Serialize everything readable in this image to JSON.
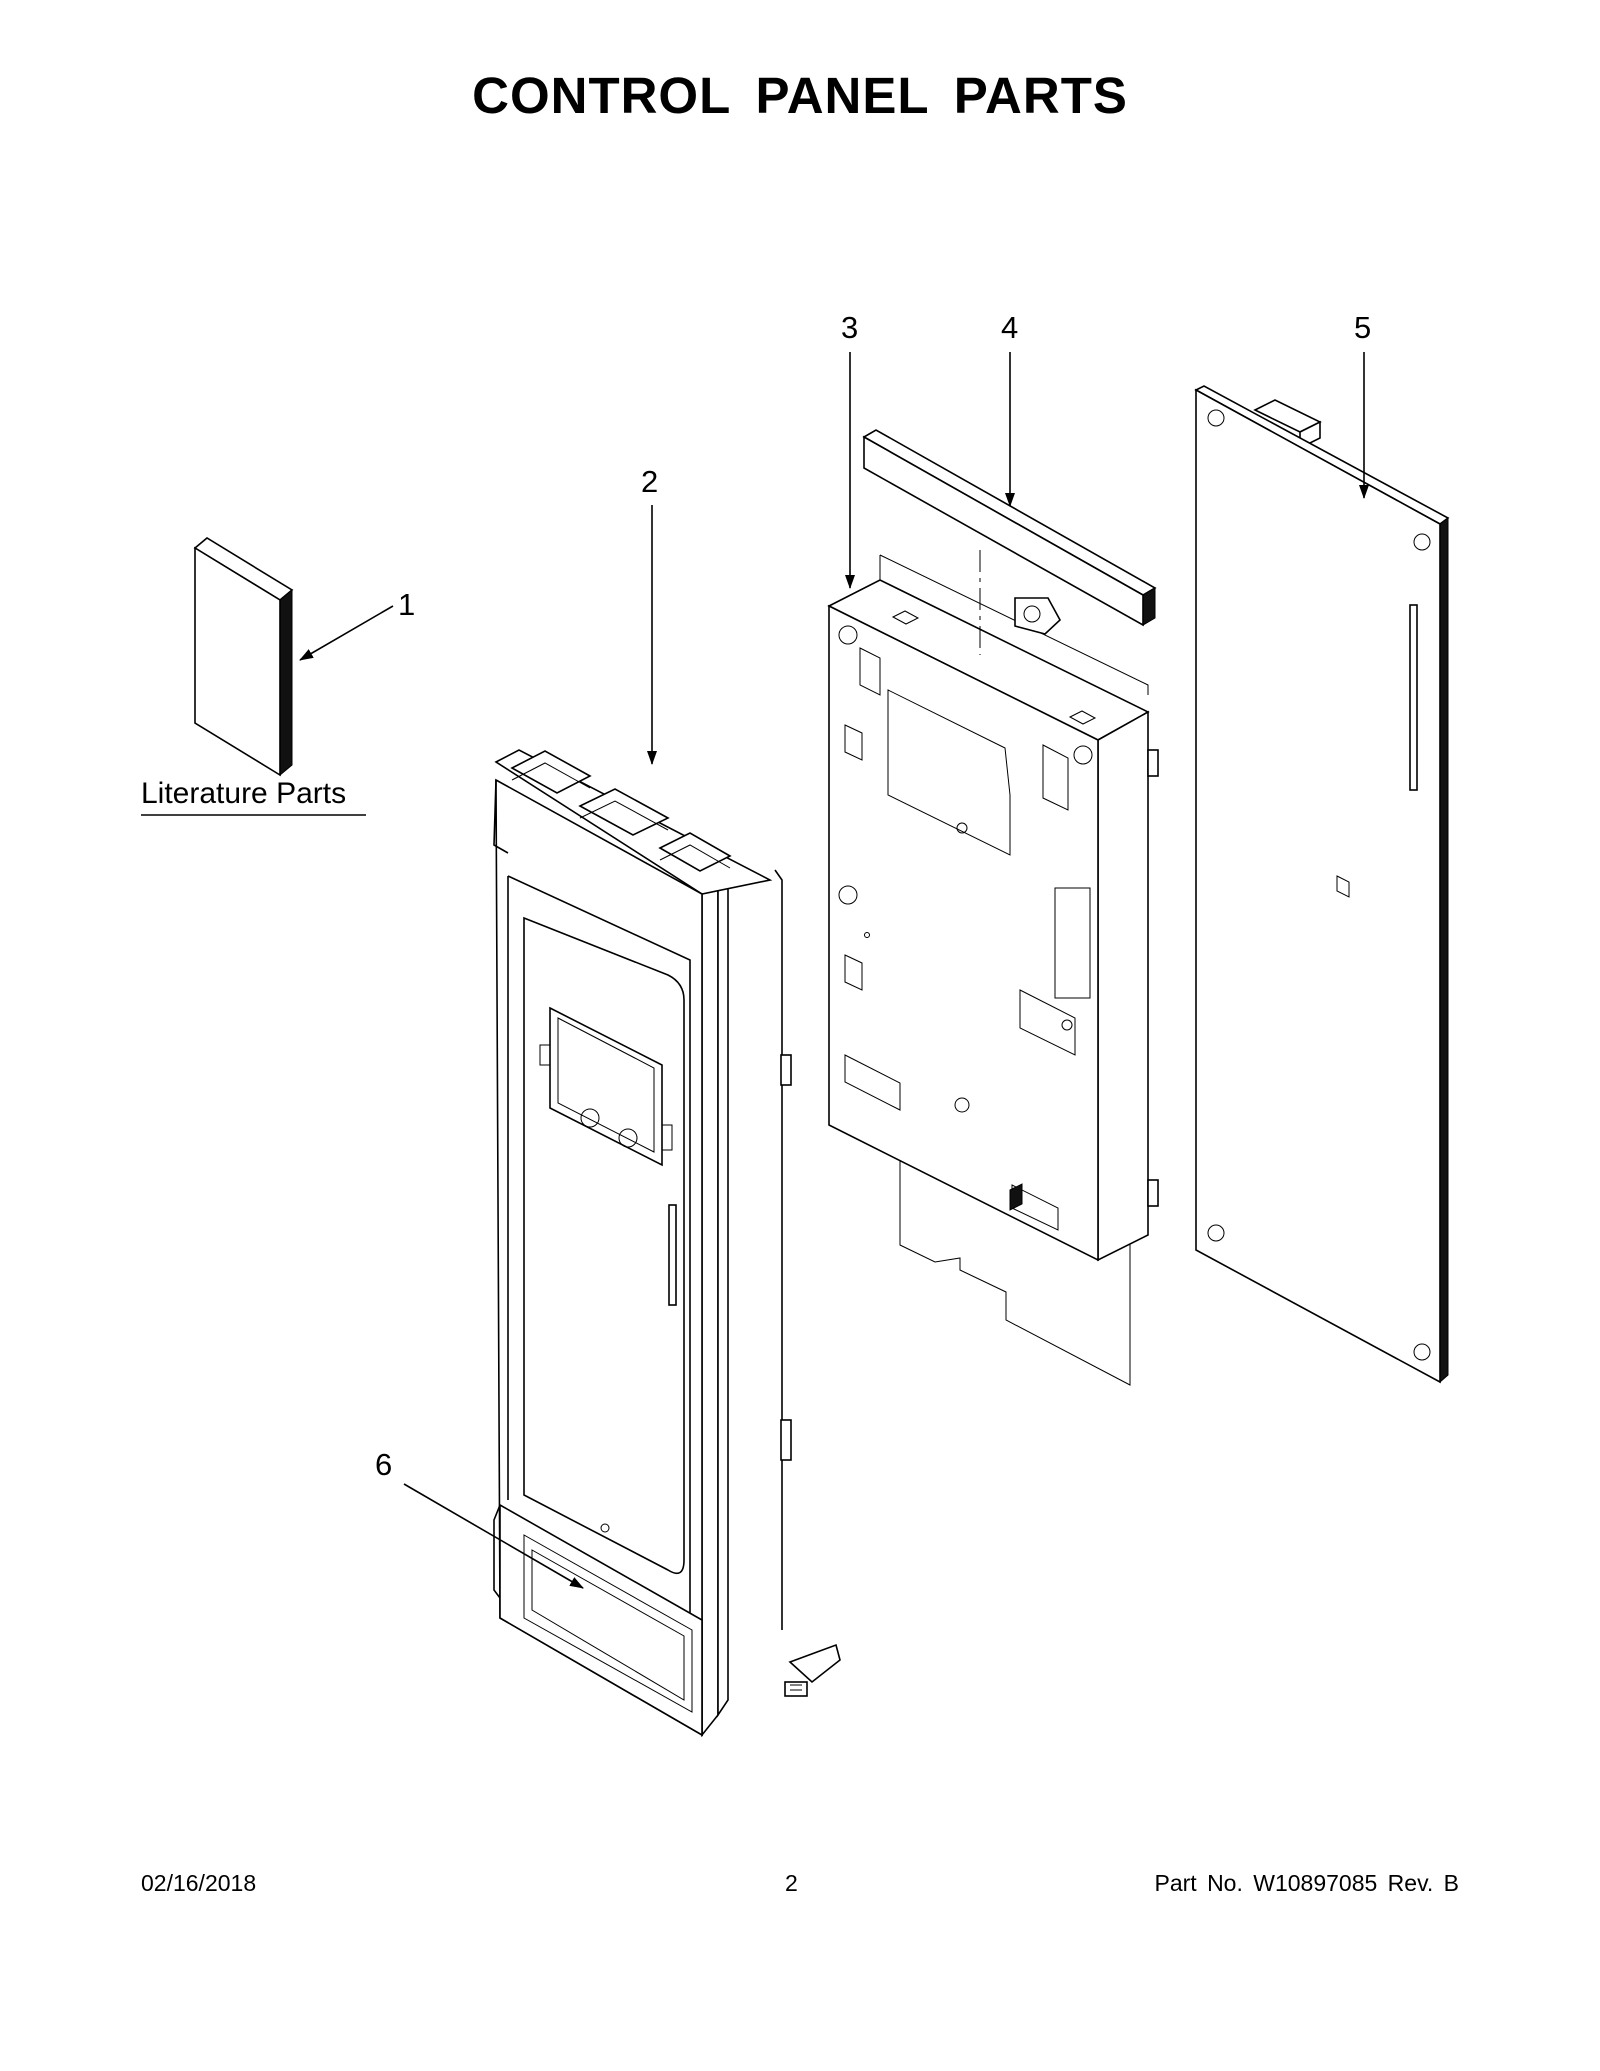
{
  "page": {
    "title": "CONTROL PANEL PARTS",
    "footer": {
      "date": "02/16/2018",
      "page_number": "2",
      "part_number": "Part No.  W10897085  Rev.  B"
    }
  },
  "callouts": [
    {
      "id": "1",
      "label": "1"
    },
    {
      "id": "2",
      "label": "2"
    },
    {
      "id": "3",
      "label": "3"
    },
    {
      "id": "4",
      "label": "4"
    },
    {
      "id": "5",
      "label": "5"
    },
    {
      "id": "6",
      "label": "6"
    }
  ],
  "literature_label": "Literature Parts"
}
